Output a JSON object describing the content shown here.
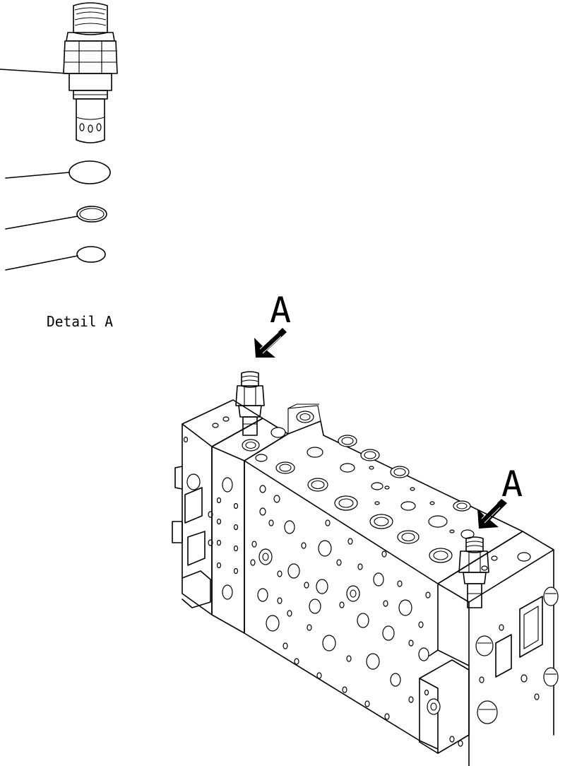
{
  "detail_label": "Detail A",
  "view_marker_left": "A",
  "view_marker_right": "A",
  "colors": {
    "line": "#000000",
    "background": "#ffffff"
  }
}
